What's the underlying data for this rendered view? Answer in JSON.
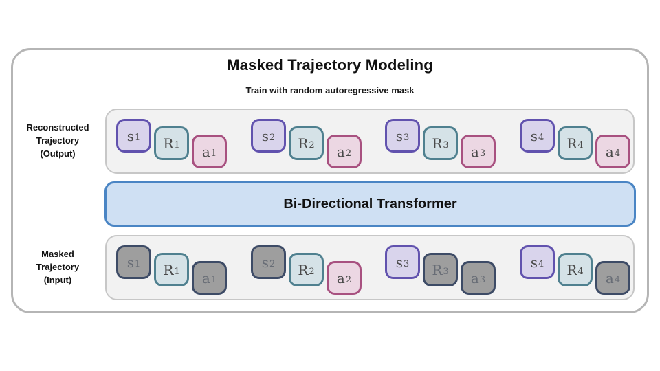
{
  "title": "Masked Trajectory Modeling",
  "subtitle": "Train with random autoregressive mask",
  "transformer": {
    "label": "Bi-Directional Transformer",
    "fill": "#cfe0f3",
    "border": "#4a85c4"
  },
  "output_row": {
    "label_lines": [
      "Reconstructed",
      "Trajectory",
      "(Output)"
    ],
    "groups": [
      [
        {
          "base": "s",
          "sub": "1",
          "kind": "state",
          "masked": false
        },
        {
          "base": "R",
          "sub": "1",
          "kind": "reward",
          "masked": false
        },
        {
          "base": "a",
          "sub": "1",
          "kind": "action",
          "masked": false
        }
      ],
      [
        {
          "base": "s",
          "sub": "2",
          "kind": "state",
          "masked": false
        },
        {
          "base": "R",
          "sub": "2",
          "kind": "reward",
          "masked": false
        },
        {
          "base": "a",
          "sub": "2",
          "kind": "action",
          "masked": false
        }
      ],
      [
        {
          "base": "s",
          "sub": "3",
          "kind": "state",
          "masked": false
        },
        {
          "base": "R",
          "sub": "3",
          "kind": "reward",
          "masked": false
        },
        {
          "base": "a",
          "sub": "3",
          "kind": "action",
          "masked": false
        }
      ],
      [
        {
          "base": "s",
          "sub": "4",
          "kind": "state",
          "masked": false
        },
        {
          "base": "R",
          "sub": "4",
          "kind": "reward",
          "masked": false
        },
        {
          "base": "a",
          "sub": "4",
          "kind": "action",
          "masked": false
        }
      ]
    ]
  },
  "input_row": {
    "label_lines": [
      "Masked",
      "Trajectory",
      "(Input)"
    ],
    "groups": [
      [
        {
          "base": "s",
          "sub": "1",
          "kind": "state",
          "masked": true
        },
        {
          "base": "R",
          "sub": "1",
          "kind": "reward",
          "masked": false
        },
        {
          "base": "a",
          "sub": "1",
          "kind": "action",
          "masked": true
        }
      ],
      [
        {
          "base": "s",
          "sub": "2",
          "kind": "state",
          "masked": true
        },
        {
          "base": "R",
          "sub": "2",
          "kind": "reward",
          "masked": false
        },
        {
          "base": "a",
          "sub": "2",
          "kind": "action",
          "masked": false
        }
      ],
      [
        {
          "base": "s",
          "sub": "3",
          "kind": "state",
          "masked": false
        },
        {
          "base": "R",
          "sub": "3",
          "kind": "reward",
          "masked": true
        },
        {
          "base": "a",
          "sub": "3",
          "kind": "action",
          "masked": true
        }
      ],
      [
        {
          "base": "s",
          "sub": "4",
          "kind": "state",
          "masked": false
        },
        {
          "base": "R",
          "sub": "4",
          "kind": "reward",
          "masked": false
        },
        {
          "base": "a",
          "sub": "4",
          "kind": "action",
          "masked": true
        }
      ]
    ]
  },
  "colors": {
    "state": {
      "border": "#6152ae",
      "fill": "#d9d4ec"
    },
    "reward": {
      "border": "#4f808f",
      "fill": "#d5e2e7"
    },
    "action": {
      "border": "#a85180",
      "fill": "#ecd7e3"
    },
    "masked": {
      "border": "#3d4b66",
      "fill": "#9e9e9e"
    },
    "token_text": "#4a4a4a",
    "masked_token_text": "#686d76"
  }
}
